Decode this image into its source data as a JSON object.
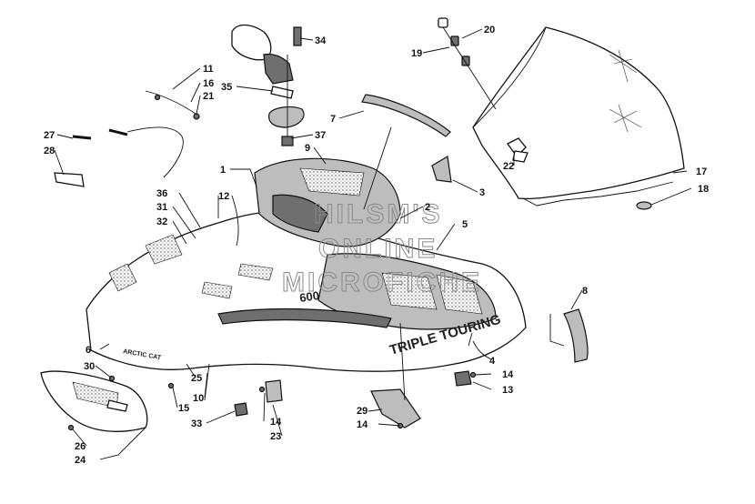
{
  "watermark": {
    "line1": "HILSM'S",
    "line2": "ONLINE",
    "line3": "MICROFICHE"
  },
  "graphics": {
    "brand": "ARCTIC CAT",
    "model": "600",
    "trim": "TRIPLE TOURING"
  },
  "callouts": {
    "c1": "1",
    "c2": "2",
    "c3": "3",
    "c4": "4",
    "c5": "5",
    "c6": "6",
    "c7": "7",
    "c8": "8",
    "c9": "9",
    "c10": "10",
    "c11": "11",
    "c12": "12",
    "c13": "13",
    "c14a": "14",
    "c14b": "14",
    "c14c": "14",
    "c15": "15",
    "c16": "16",
    "c17": "17",
    "c18": "18",
    "c19": "19",
    "c20": "20",
    "c21": "21",
    "c22": "22",
    "c23": "23",
    "c24": "24",
    "c25": "25",
    "c26": "26",
    "c27": "27",
    "c28": "28",
    "c29": "29",
    "c30": "30",
    "c31": "31",
    "c32": "32",
    "c33": "33",
    "c34": "34",
    "c35": "35",
    "c36": "36",
    "c37": "37"
  }
}
